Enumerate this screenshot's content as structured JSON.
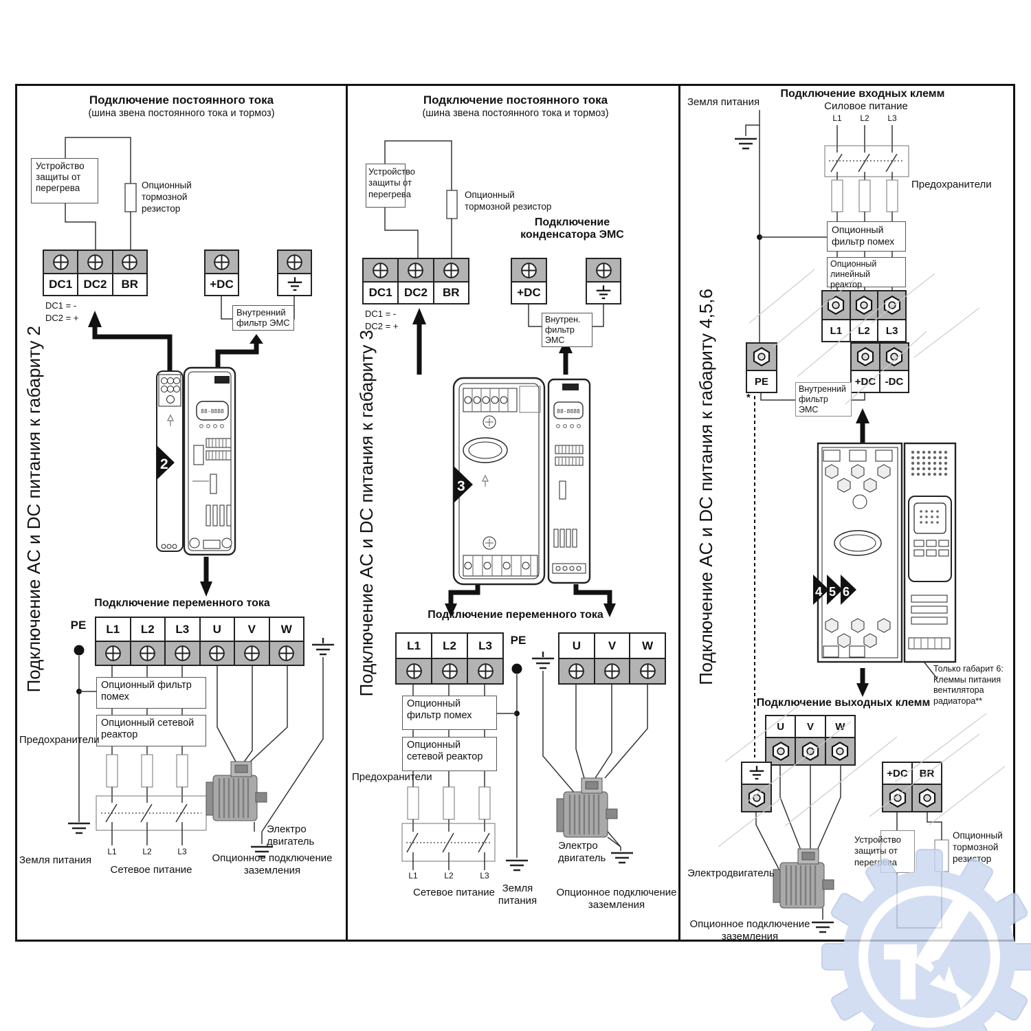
{
  "frame2": {
    "side_label": "Подключение AC и DC питания к габариту 2",
    "marker": "2",
    "dc": {
      "title": "Подключение постоянного тока",
      "subtitle": "(шина звена постоянного тока и тормоз)",
      "overheat": "Устройство защиты от перегрева",
      "brake_resistor": "Опционный тормозной резистор",
      "t_dc1": "DC1",
      "t_dc2": "DC2",
      "t_br": "BR",
      "note1": "DC1 = -",
      "note2": "DC2 = +",
      "t_plusdc": "+DC",
      "emc": "Внутренний фильтр ЭМС"
    },
    "ac": {
      "title": "Подключение переменного тока",
      "pe": "PE",
      "t": [
        "L1",
        "L2",
        "L3",
        "U",
        "V",
        "W"
      ],
      "noise_filter": "Опционный фильтр помех",
      "reactor": "Опционный сетевой реактор",
      "fuses": "Предохранители",
      "l1": "L1",
      "l2": "L2",
      "l3": "L3",
      "mains": "Сетевое питание",
      "earth": "Земля питания",
      "motor": "Электро двигатель",
      "opt_ground": "Опционное подключение заземления"
    }
  },
  "frame3": {
    "side_label": "Подключение AC и DC питания к габариту 3",
    "marker": "3",
    "dc": {
      "title": "Подключение постоянного тока",
      "subtitle": "(шина звена постоянного тока и тормоз)",
      "overheat": "Устройство защиты от перегрева",
      "brake_resistor": "Опционный тормозной резистор",
      "cap_title": "Подключение конденсатора ЭМС",
      "t_dc1": "DC1",
      "t_dc2": "DC2",
      "t_br": "BR",
      "note1": "DC1 = -",
      "note2": "DC2 = +",
      "t_plusdc": "+DC",
      "emc": "Внутрен. фильтр ЭМС"
    },
    "ac": {
      "title": "Подключение переменного тока",
      "pe": "PE",
      "t": [
        "L1",
        "L2",
        "L3",
        "U",
        "V",
        "W"
      ],
      "noise_filter": "Опционный фильтр помех",
      "reactor": "Опционный сетевой реактор",
      "fuses": "Предохранители",
      "l1": "L1",
      "l2": "L2",
      "l3": "L3",
      "mains": "Сетевое питание",
      "earth": "Земля питания",
      "motor": "Электро двигатель",
      "opt_ground": "Опционное подключение заземления"
    }
  },
  "frame456": {
    "side_label": "Подключение AC и DC питания к габариту 4,5,6",
    "markers": [
      "4",
      "5",
      "6"
    ],
    "input_title": "Подключение входных клемм",
    "earth": "Земля питания",
    "power": "Силовое питание",
    "l1": "L1",
    "l2": "L2",
    "l3": "L3",
    "fuses": "Предохранители",
    "noise_filter": "Опционный фильтр помех",
    "reactor": "Опционный линейный реактор",
    "tin": [
      "L1",
      "L2",
      "L3"
    ],
    "pe": "PE",
    "tdc": [
      "+DC",
      "-DC"
    ],
    "emc": "Внутренний фильтр ЭМС",
    "star": "*",
    "fan_note": "Только габарит 6: Клеммы питания вентилятора радиатора**",
    "output_title": "Подключение выходных клемм",
    "tout": [
      "U",
      "V",
      "W"
    ],
    "tbr": [
      "+DC",
      "BR"
    ],
    "motor": "Электродвигатель",
    "opt_ground": "Опционное подключение заземления",
    "overheat": "Устройство защиты от перегрева",
    "brake_resistor": "Опционный тормозной резистор"
  },
  "display": "88-8888"
}
